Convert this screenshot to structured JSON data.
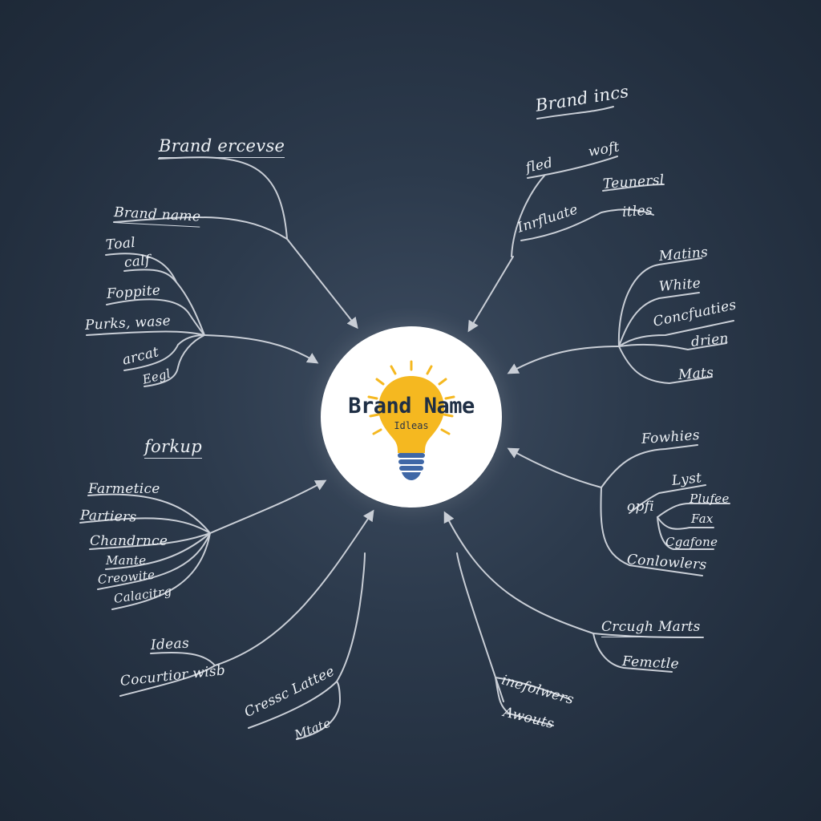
{
  "center": {
    "title": "Brand Name",
    "subtitle": "Idleas",
    "icon": "lightbulb-icon",
    "bulb_color": "#f5b820",
    "base_color": "#3f67a6"
  },
  "branches": {
    "top_left": {
      "heading": "Brand ercevse",
      "items": [
        "Brand name",
        "Toal",
        "calf",
        "Foppite",
        "Purks, wase",
        "arcat",
        "Eegl"
      ]
    },
    "top_right": {
      "heading": "Brand incs",
      "items": [
        "fled",
        "woft",
        "Teunersl",
        "Inrfluate",
        "itles"
      ]
    },
    "right": {
      "items": [
        "Matins",
        "White",
        "Concfuaties",
        "drien",
        "Mats"
      ]
    },
    "left": {
      "heading": "forkup",
      "items": [
        "Farmetice",
        "Partiers",
        "Chandrnce",
        "Mante",
        "Creowite",
        "Calacitrg"
      ]
    },
    "lower_right": {
      "items": [
        "Fowhies",
        "Lyst",
        "opfi",
        "Plufee",
        "Fax",
        "Cgafone",
        "Conlowlers"
      ]
    },
    "bottom_left": {
      "items": [
        "Ideas",
        "Cocurtior wisb",
        "Cressc Lattee",
        "Mtate"
      ]
    },
    "bottom_right": {
      "items": [
        "Crcugh Marts",
        "Femctle",
        "inefolwers",
        "Awouts"
      ]
    }
  },
  "colors": {
    "background": "#263345",
    "line": "#c9ced6",
    "text": "#eef2f6"
  }
}
